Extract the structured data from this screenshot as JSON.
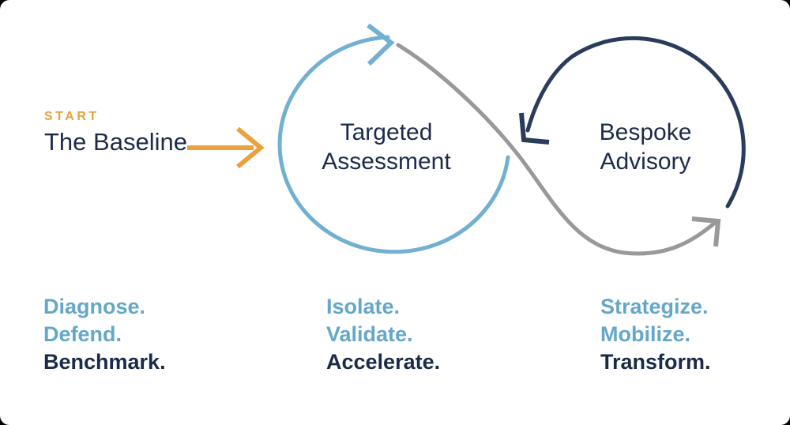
{
  "colors": {
    "background": "#000000",
    "card": "#ffffff",
    "orange": "#E9A23C",
    "blue_loop": "#72B0D2",
    "blue_text": "#64A7C9",
    "navy_loop": "#2A3C5C",
    "navy_text": "#1B2A47",
    "gray": "#97999B"
  },
  "start": {
    "eyebrow": "START",
    "title": "The Baseline"
  },
  "loops": {
    "left": {
      "line1": "Targeted",
      "line2": "Assessment"
    },
    "right": {
      "line1": "Bespoke",
      "line2": "Advisory"
    }
  },
  "columns": [
    {
      "words": [
        {
          "text": "Diagnose."
        },
        {
          "text": "Defend."
        },
        {
          "text": "Benchmark."
        }
      ]
    },
    {
      "words": [
        {
          "text": "Isolate."
        },
        {
          "text": "Validate."
        },
        {
          "text": "Accelerate."
        }
      ]
    },
    {
      "words": [
        {
          "text": "Strategize."
        },
        {
          "text": "Mobilize."
        },
        {
          "text": "Transform."
        }
      ]
    }
  ]
}
